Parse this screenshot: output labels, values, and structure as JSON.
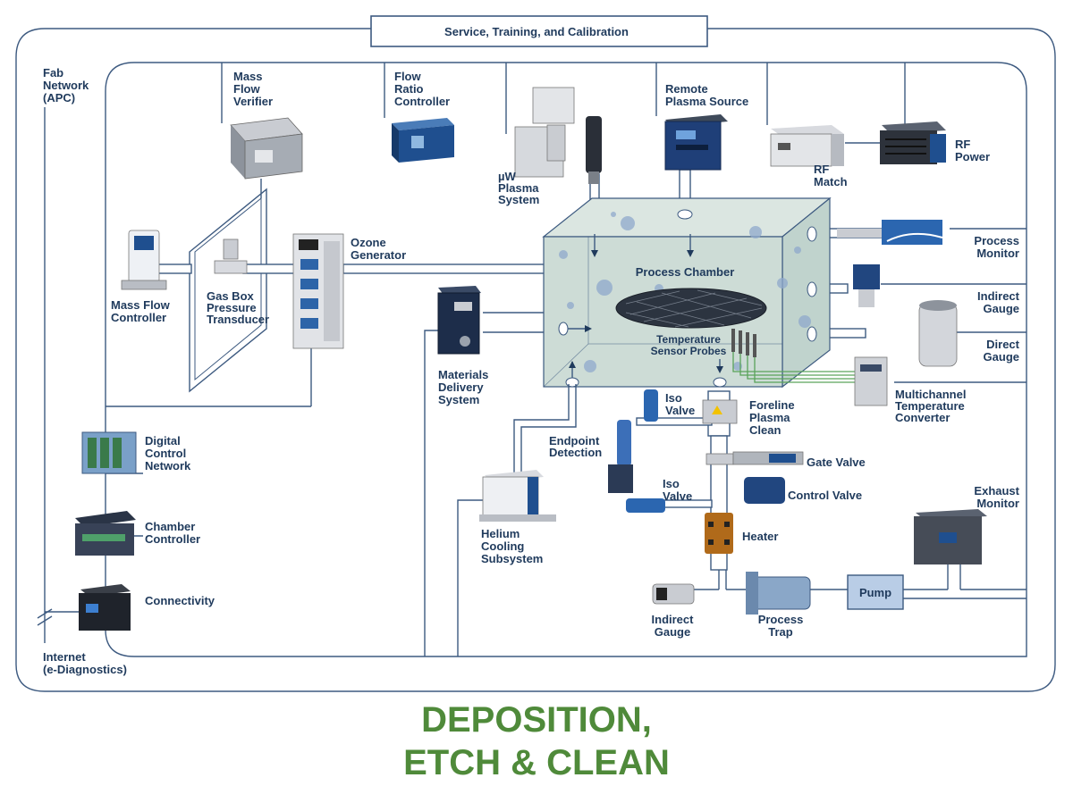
{
  "banner": "Service, Training, and Calibration",
  "footer": {
    "line1": "DEPOSITION,",
    "line2": "ETCH & CLEAN"
  },
  "labels": {
    "fab_network": [
      "Fab",
      "Network",
      "(APC)"
    ],
    "internet": [
      "Internet",
      "(e-Diagnostics)"
    ],
    "mass_flow_verifier": [
      "Mass",
      "Flow",
      "Verifier"
    ],
    "flow_ratio_controller": [
      "Flow",
      "Ratio",
      "Controller"
    ],
    "uw_plasma": [
      "µW",
      "Plasma",
      "System"
    ],
    "remote_plasma": [
      "Remote",
      "Plasma Source"
    ],
    "rf_match": [
      "RF",
      "Match"
    ],
    "rf_power": [
      "RF",
      "Power"
    ],
    "mass_flow_controller": [
      "Mass Flow",
      "Controller"
    ],
    "gas_box": [
      "Gas Box",
      "Pressure",
      "Transducer"
    ],
    "ozone": [
      "Ozone",
      "Generator"
    ],
    "process_chamber": "Process Chamber",
    "temp_probes": [
      "Temperature",
      "Sensor Probes"
    ],
    "materials_delivery": [
      "Materials",
      "Delivery",
      "System"
    ],
    "process_monitor": [
      "Process",
      "Monitor"
    ],
    "indirect_gauge_right": [
      "Indirect",
      "Gauge"
    ],
    "direct_gauge": [
      "Direct",
      "Gauge"
    ],
    "multichannel": [
      "Multichannel",
      "Temperature",
      "Converter"
    ],
    "iso_valve_top": [
      "Iso",
      "Valve"
    ],
    "foreline": [
      "Foreline",
      "Plasma",
      "Clean"
    ],
    "endpoint": [
      "Endpoint",
      "Detection"
    ],
    "gate_valve": "Gate Valve",
    "iso_valve_bottom": [
      "Iso",
      "Valve"
    ],
    "control_valve": "Control Valve",
    "heater": "Heater",
    "helium": [
      "Helium",
      "Cooling",
      "Subsystem"
    ],
    "exhaust_monitor": [
      "Exhaust",
      "Monitor"
    ],
    "pump": "Pump",
    "indirect_gauge_bottom": [
      "Indirect",
      "Gauge"
    ],
    "process_trap": [
      "Process",
      "Trap"
    ],
    "digital_control": [
      "Digital",
      "Control",
      "Network"
    ],
    "chamber_controller": [
      "Chamber",
      "Controller"
    ],
    "connectivity": "Connectivity"
  },
  "colors": {
    "line": "#3d5a80",
    "label": "#1f3a5c",
    "footer": "#4f8a3a",
    "chamber": "#c9d8d4",
    "device_blue": "#1f4f8f"
  }
}
